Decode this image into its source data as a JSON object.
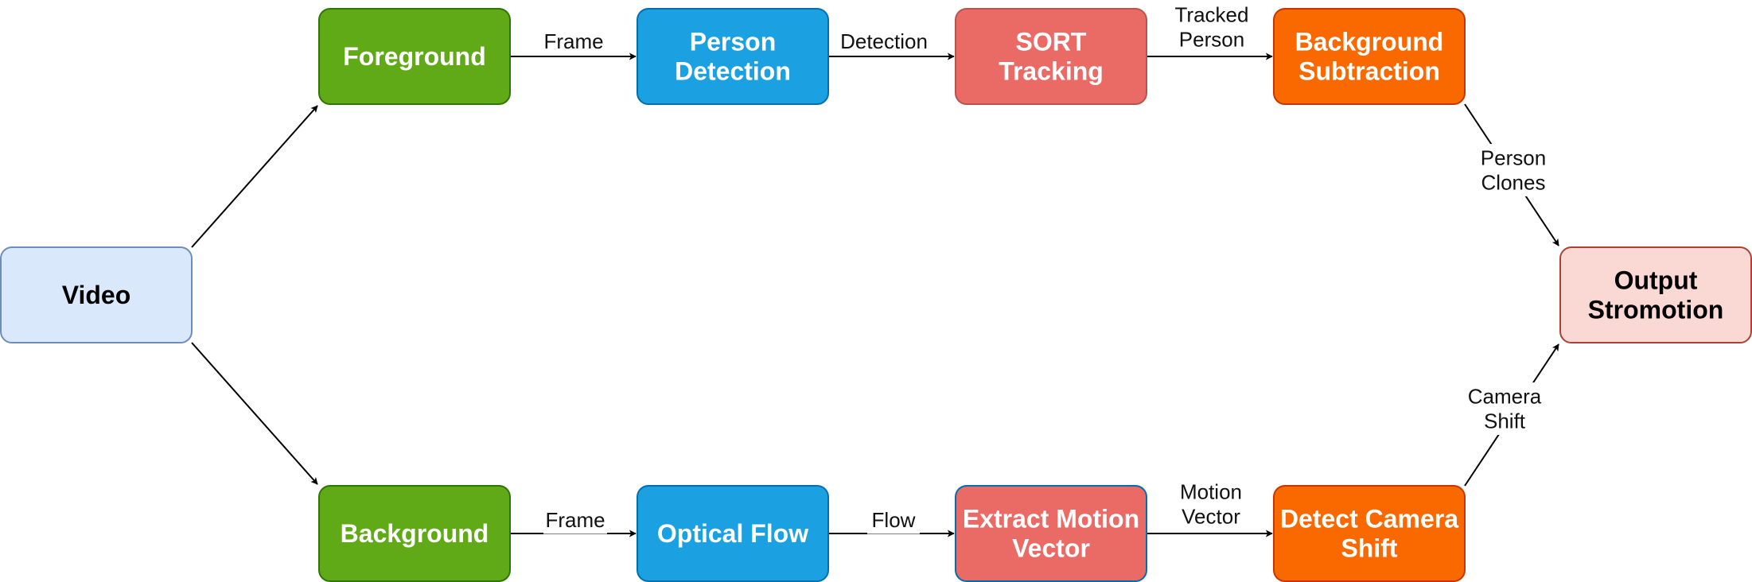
{
  "nodes": [
    {
      "id": "video",
      "lines": [
        "Video"
      ],
      "fill": "#dae8fc",
      "stroke": "#6c8ebf",
      "text": "#000000"
    },
    {
      "id": "foreground",
      "lines": [
        "Foreground"
      ],
      "fill": "#60a917",
      "stroke": "#2d7600",
      "text": "#ffffff"
    },
    {
      "id": "person-detection",
      "lines": [
        "Person",
        "Detection"
      ],
      "fill": "#1ba1e2",
      "stroke": "#006eaf",
      "text": "#ffffff"
    },
    {
      "id": "sort-tracking",
      "lines": [
        "SORT",
        "Tracking"
      ],
      "fill": "#ea6b66",
      "stroke": "#b85450",
      "text": "#ffffff"
    },
    {
      "id": "background-subtraction",
      "lines": [
        "Background",
        "Subtraction"
      ],
      "fill": "#fa6800",
      "stroke": "#c73500",
      "text": "#ffffff"
    },
    {
      "id": "output-stromotion",
      "lines": [
        "Output",
        "Stromotion"
      ],
      "fill": "#fad9d5",
      "stroke": "#ae4132",
      "text": "#000000"
    },
    {
      "id": "background",
      "lines": [
        "Background"
      ],
      "fill": "#60a917",
      "stroke": "#2d7600",
      "text": "#ffffff"
    },
    {
      "id": "optical-flow",
      "lines": [
        "Optical Flow"
      ],
      "fill": "#1ba1e2",
      "stroke": "#006eaf",
      "text": "#ffffff"
    },
    {
      "id": "extract-motion-vector",
      "lines": [
        "Extract Motion",
        "Vector"
      ],
      "fill": "#ea6b66",
      "stroke": "#006eaf",
      "text": "#ffffff"
    },
    {
      "id": "detect-camera-shift",
      "lines": [
        "Detect Camera",
        "Shift"
      ],
      "fill": "#fa6800",
      "stroke": "#c73500",
      "text": "#ffffff"
    }
  ],
  "edges": [
    {
      "from": "video",
      "to": "foreground",
      "label": []
    },
    {
      "from": "video",
      "to": "background",
      "label": []
    },
    {
      "from": "foreground",
      "to": "person-detection",
      "label": [
        "Frame"
      ]
    },
    {
      "from": "person-detection",
      "to": "sort-tracking",
      "label": [
        "Detection"
      ]
    },
    {
      "from": "sort-tracking",
      "to": "background-subtraction",
      "label": [
        "Tracked",
        "Person"
      ]
    },
    {
      "from": "background-subtraction",
      "to": "output-stromotion",
      "label": [
        "Person",
        "Clones"
      ]
    },
    {
      "from": "background",
      "to": "optical-flow",
      "label": [
        "Frame"
      ]
    },
    {
      "from": "optical-flow",
      "to": "extract-motion-vector",
      "label": [
        "Flow"
      ]
    },
    {
      "from": "extract-motion-vector",
      "to": "detect-camera-shift",
      "label": [
        "Motion",
        "Vector"
      ]
    },
    {
      "from": "detect-camera-shift",
      "to": "output-stromotion",
      "label": [
        "Camera",
        "Shift"
      ]
    }
  ]
}
